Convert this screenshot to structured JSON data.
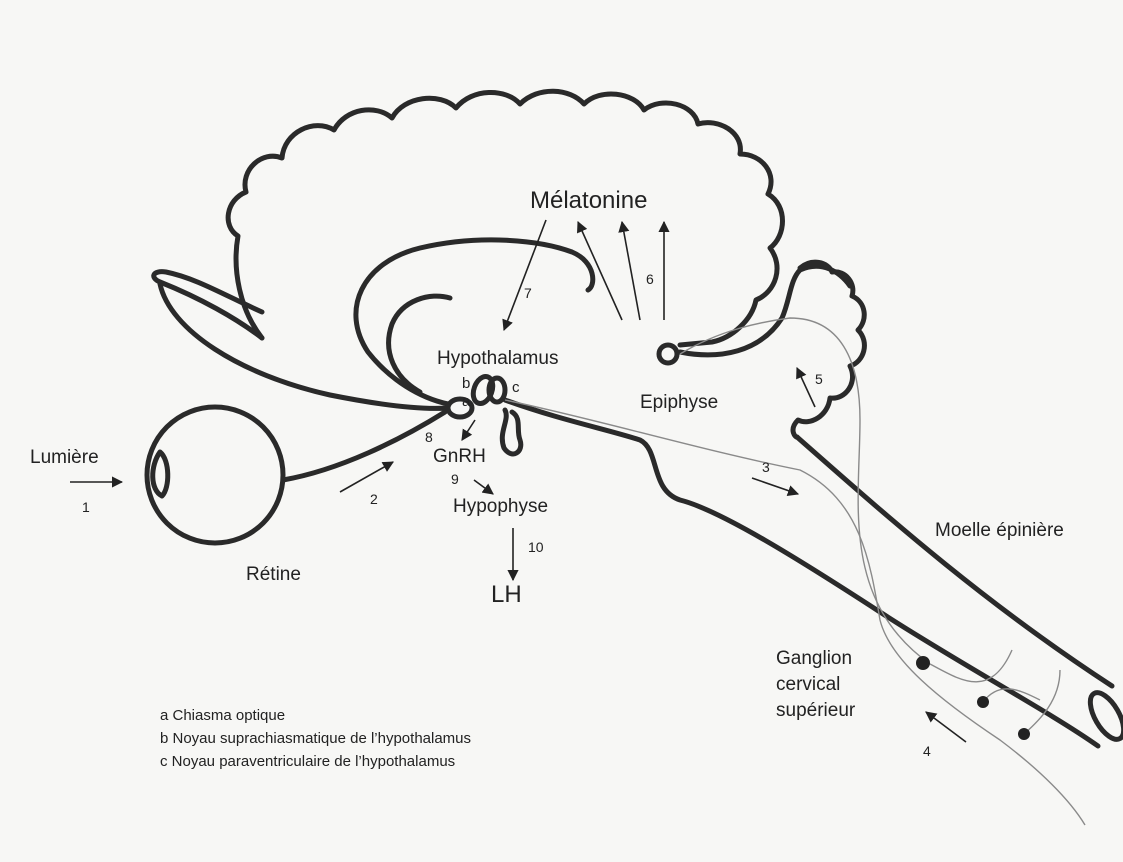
{
  "labels": {
    "melatonine": "Mélatonine",
    "hypothalamus": "Hypothalamus",
    "epiphyse": "Epiphyse",
    "lumiere": "Lumière",
    "retine": "Rétine",
    "gnrh": "GnRH",
    "hypophyse": "Hypophyse",
    "lh": "LH",
    "moelle": "Moelle épinière",
    "ganglion_1": "Ganglion",
    "ganglion_2": "cervical",
    "ganglion_3": "supérieur",
    "a": "a",
    "b": "b",
    "c": "c"
  },
  "steps": [
    "1",
    "2",
    "3",
    "4",
    "5",
    "6",
    "7",
    "8",
    "9",
    "10"
  ],
  "legend": [
    "a Chiasma optique",
    "b Noyau suprachiasmatique de l’hypothalamus",
    "c Noyau paraventriculaire de l’hypothalamus"
  ]
}
